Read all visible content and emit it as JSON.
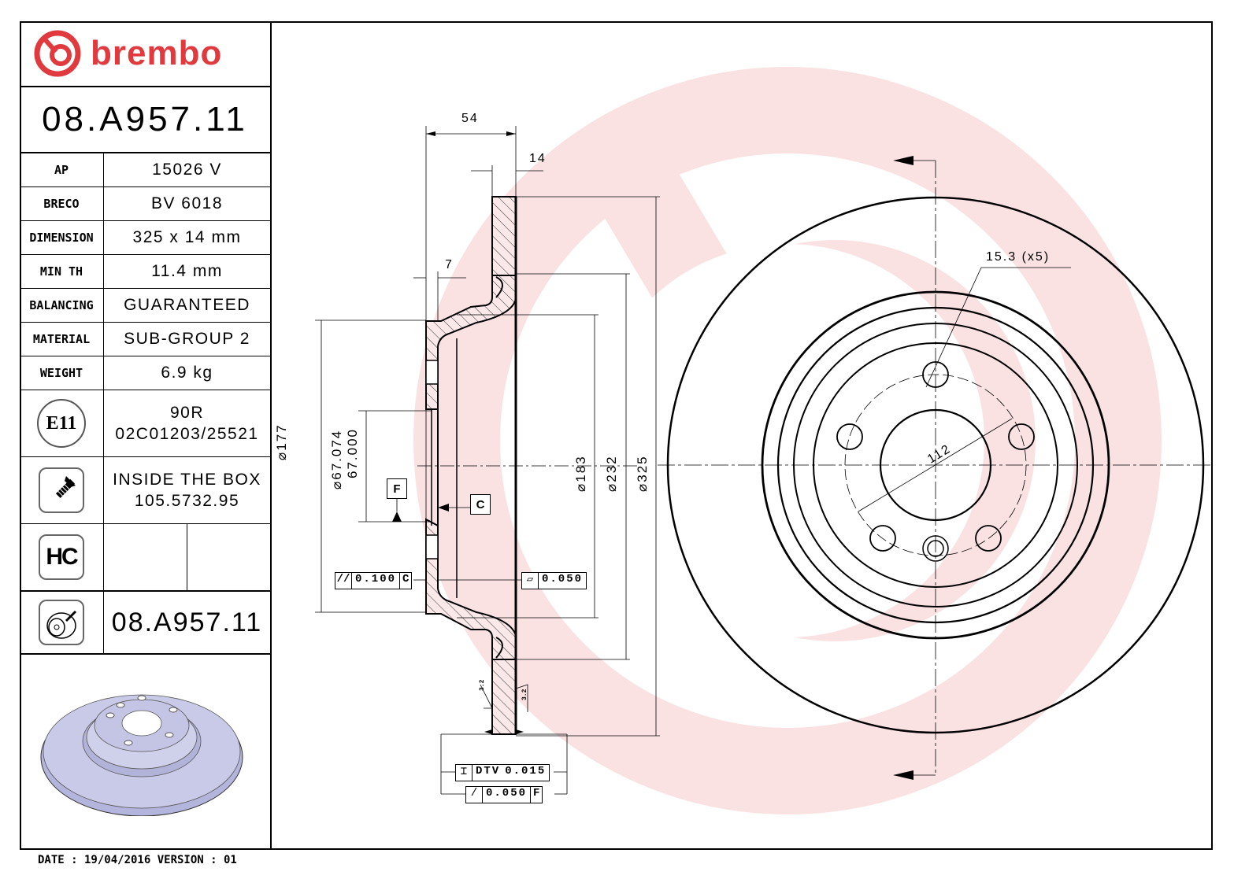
{
  "brand": {
    "name": "brembo",
    "color": "#e03a3e",
    "watermark_color": "#f6c9cb"
  },
  "part_number": "08.A957.11",
  "specs": [
    {
      "label": "AP",
      "value": "15026 V"
    },
    {
      "label": "BRECO",
      "value": "BV 6018"
    },
    {
      "label": "DIMENSION",
      "value": "325 x 14 mm"
    },
    {
      "label": "MIN TH",
      "value": "11.4 mm"
    },
    {
      "label": "BALANCING",
      "value": "GUARANTEED"
    },
    {
      "label": "MATERIAL",
      "value": "SUB-GROUP 2"
    },
    {
      "label": "WEIGHT",
      "value": "6.9 kg"
    }
  ],
  "homologation": {
    "icon": "e11-approval-icon",
    "icon_text": "E11",
    "line1": "90R",
    "line2": "02C01203/25521"
  },
  "hardware": {
    "icon": "screw-icon",
    "line1": "INSIDE THE BOX",
    "line2": "105.5732.95"
  },
  "coating": {
    "icon": "hc-coating-icon",
    "icon_text": "HC"
  },
  "disc_reference": {
    "icon": "brake-disc-icon",
    "part_number": "08.A957.11"
  },
  "footer": {
    "text": "DATE : 19/04/2016 VERSION : 01",
    "date": "19/04/2016",
    "version": "01"
  },
  "section_view": {
    "dims": {
      "overall_height": "54",
      "disc_thickness": "14",
      "hat_wall": "7",
      "d177": "177",
      "d67_upper": "67.074",
      "d67_lower": "67.000",
      "d183": "183",
      "d232": "232",
      "d325": "325"
    },
    "datums": {
      "f": "F",
      "c": "C"
    },
    "tolerances": {
      "parallelism": {
        "symbol": "//",
        "value": "0.100",
        "datum": "C"
      },
      "flatness": {
        "symbol": "▱",
        "value": "0.050"
      },
      "dtv": {
        "label": "DTV",
        "value": "0.015"
      },
      "runout": {
        "symbol": "/",
        "value": "0.050",
        "datum": "F"
      }
    },
    "roughness": [
      "3.2",
      "3.2"
    ],
    "diameter_symbol": "⌀"
  },
  "front_view": {
    "bolt_hole_callout": "15.3 (x5)",
    "pcd": "112"
  }
}
